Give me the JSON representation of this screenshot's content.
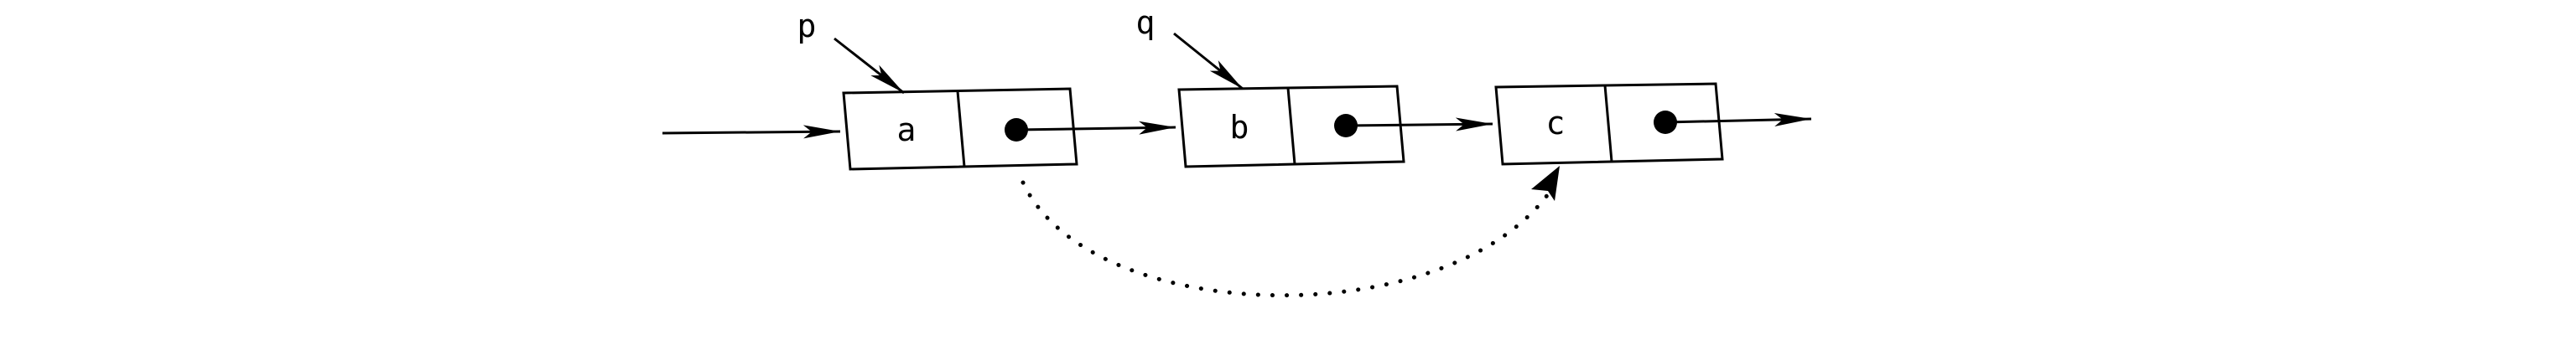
{
  "diagram": {
    "nodes": [
      {
        "id": "a",
        "label": "a"
      },
      {
        "id": "b",
        "label": "b"
      },
      {
        "id": "c",
        "label": "c"
      }
    ],
    "pointers": [
      {
        "label": "p",
        "target": "a"
      },
      {
        "label": "q",
        "target": "b"
      }
    ],
    "links": [
      {
        "from": "a",
        "to": "b",
        "style": "solid"
      },
      {
        "from": "b",
        "to": "c",
        "style": "solid"
      },
      {
        "from": "a",
        "to": "c",
        "style": "dotted"
      }
    ]
  },
  "colors": {
    "stroke": "#000000",
    "background": "#ffffff"
  }
}
